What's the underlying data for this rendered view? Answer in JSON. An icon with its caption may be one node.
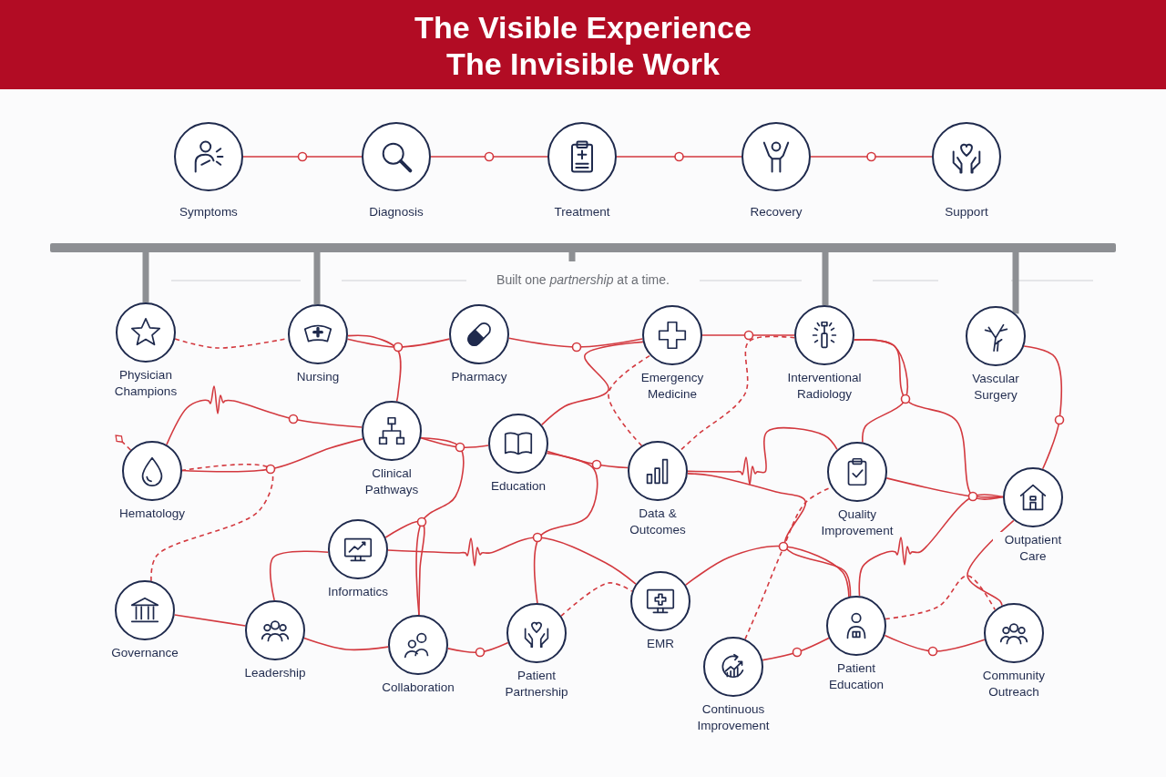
{
  "diagram": {
    "title": "The Visible Experience The Invisible Work",
    "nodes": [
      {
        "text": [
          "Symptoms"
        ]
      },
      {
        "text": [
          "Diagnosis"
        ]
      },
      {
        "text": [
          "Treatment"
        ]
      },
      {
        "text": [
          "Recovery"
        ]
      },
      {
        "text": [
          "Support"
        ]
      },
      {
        "text": [],
        "shape": "bar"
      },
      {
        "text": [
          "Physician Champions"
        ]
      },
      {
        "text": [
          "Nursing"
        ]
      },
      {
        "text": [
          "Pharmacy"
        ]
      },
      {
        "text": [
          "Emergency Medicine"
        ]
      },
      {
        "text": [
          "Interventional Radiology"
        ]
      },
      {
        "text": [
          "Vascular Surgery"
        ]
      },
      {
        "text": [
          "Hematology"
        ]
      },
      {
        "text": [
          "Clinical Pathways"
        ]
      },
      {
        "text": [
          "Education"
        ]
      },
      {
        "text": [
          "Data & Outcomes"
        ]
      },
      {
        "text": [
          "Quality Improvement"
        ]
      },
      {
        "text": [
          "Outpatient Care"
        ]
      },
      {
        "text": [
          "Informatics"
        ]
      },
      {
        "text": [
          "Governance"
        ]
      },
      {
        "text": [
          "Leadership"
        ]
      },
      {
        "text": [
          "Collaboration"
        ]
      },
      {
        "text": [
          "Patient Partnership"
        ]
      },
      {
        "text": [
          "EMR"
        ]
      },
      {
        "text": [
          "Continuous Improvement"
        ]
      },
      {
        "text": [
          "Patient Education"
        ]
      },
      {
        "text": [
          "Community Outreach"
        ]
      }
    ],
    "edges": [
      {
        "from": 0,
        "to": 1,
        "arrow": "none"
      },
      {
        "from": 1,
        "to": 2,
        "arrow": "none"
      },
      {
        "from": 2,
        "to": 3,
        "arrow": "none"
      },
      {
        "from": 3,
        "to": 4,
        "arrow": "none"
      },
      {
        "from": 5,
        "to": 6,
        "arrow": "none",
        "style": "thick",
        "color": "#8d8f93"
      },
      {
        "from": 5,
        "to": 7,
        "arrow": "none",
        "style": "thick",
        "color": "#8d8f93"
      },
      {
        "from": 5,
        "to": null,
        "arrow": "none",
        "style": "thick",
        "color": "#8d8f93"
      },
      {
        "from": 5,
        "to": 10,
        "arrow": "none",
        "style": "thick",
        "color": "#8d8f93"
      },
      {
        "from": 5,
        "to": 11,
        "arrow": "none",
        "style": "thick",
        "color": "#8d8f93"
      },
      {
        "from": 6,
        "to": 7,
        "arrow": "none",
        "style": "dashed"
      },
      {
        "from": 7,
        "to": 8,
        "arrow": "none"
      },
      {
        "from": 7,
        "to": 13,
        "arrow": "none"
      },
      {
        "from": 8,
        "to": 9,
        "arrow": "none"
      },
      {
        "from": 14,
        "to": 9,
        "arrow": "none"
      },
      {
        "from": 15,
        "to": 9,
        "arrow": "none",
        "style": "dashed"
      },
      {
        "from": 9,
        "to": 10,
        "arrow": "none"
      },
      {
        "from": 10,
        "to": 15,
        "arrow": "none",
        "style": "dashed"
      },
      {
        "from": 10,
        "to": 16,
        "arrow": "none"
      },
      {
        "from": 10,
        "to": 17,
        "arrow": "none"
      },
      {
        "from": 11,
        "to": 17,
        "arrow": "none"
      },
      {
        "from": 12,
        "to": 13,
        "arrow": "none"
      },
      {
        "from": 12,
        "to": 13,
        "arrow": "none"
      },
      {
        "from": 19,
        "to": 12,
        "arrow": "none",
        "style": "dashed"
      },
      {
        "from": 12,
        "to": null,
        "arrow": "other",
        "style": "dashed"
      },
      {
        "from": 13,
        "to": 14,
        "arrow": "none"
      },
      {
        "from": 13,
        "to": 21,
        "arrow": "none"
      },
      {
        "from": 18,
        "to": 21,
        "arrow": "none"
      },
      {
        "from": 14,
        "to": 15,
        "arrow": "none"
      },
      {
        "from": 18,
        "to": 23,
        "arrow": "none"
      },
      {
        "from": 14,
        "to": 22,
        "arrow": "none"
      },
      {
        "from": 15,
        "to": 16,
        "arrow": "none"
      },
      {
        "from": 15,
        "to": 25,
        "arrow": "none"
      },
      {
        "from": 16,
        "to": 17,
        "arrow": "none"
      },
      {
        "from": 18,
        "to": 20,
        "arrow": "none"
      },
      {
        "from": 19,
        "to": 20,
        "arrow": "none"
      },
      {
        "from": 20,
        "to": 21,
        "arrow": "none"
      },
      {
        "from": 21,
        "to": 22,
        "arrow": "none"
      },
      {
        "from": 22,
        "to": 23,
        "arrow": "none",
        "style": "dashed"
      },
      {
        "from": 23,
        "to": 25,
        "arrow": "none"
      },
      {
        "from": 24,
        "to": 16,
        "arrow": "none",
        "style": "dashed"
      },
      {
        "from": 24,
        "to": 25,
        "arrow": "none"
      },
      {
        "from": 25,
        "to": 17,
        "arrow": "none"
      },
      {
        "from": 25,
        "to": 26,
        "arrow": "none"
      },
      {
        "from": 17,
        "to": 26,
        "arrow": "none"
      },
      {
        "from": 25,
        "to": 26,
        "arrow": "none",
        "style": "dashed"
      }
    ],
    "labels": [
      "Built one *partnership* at a time."
    ]
  }
}
